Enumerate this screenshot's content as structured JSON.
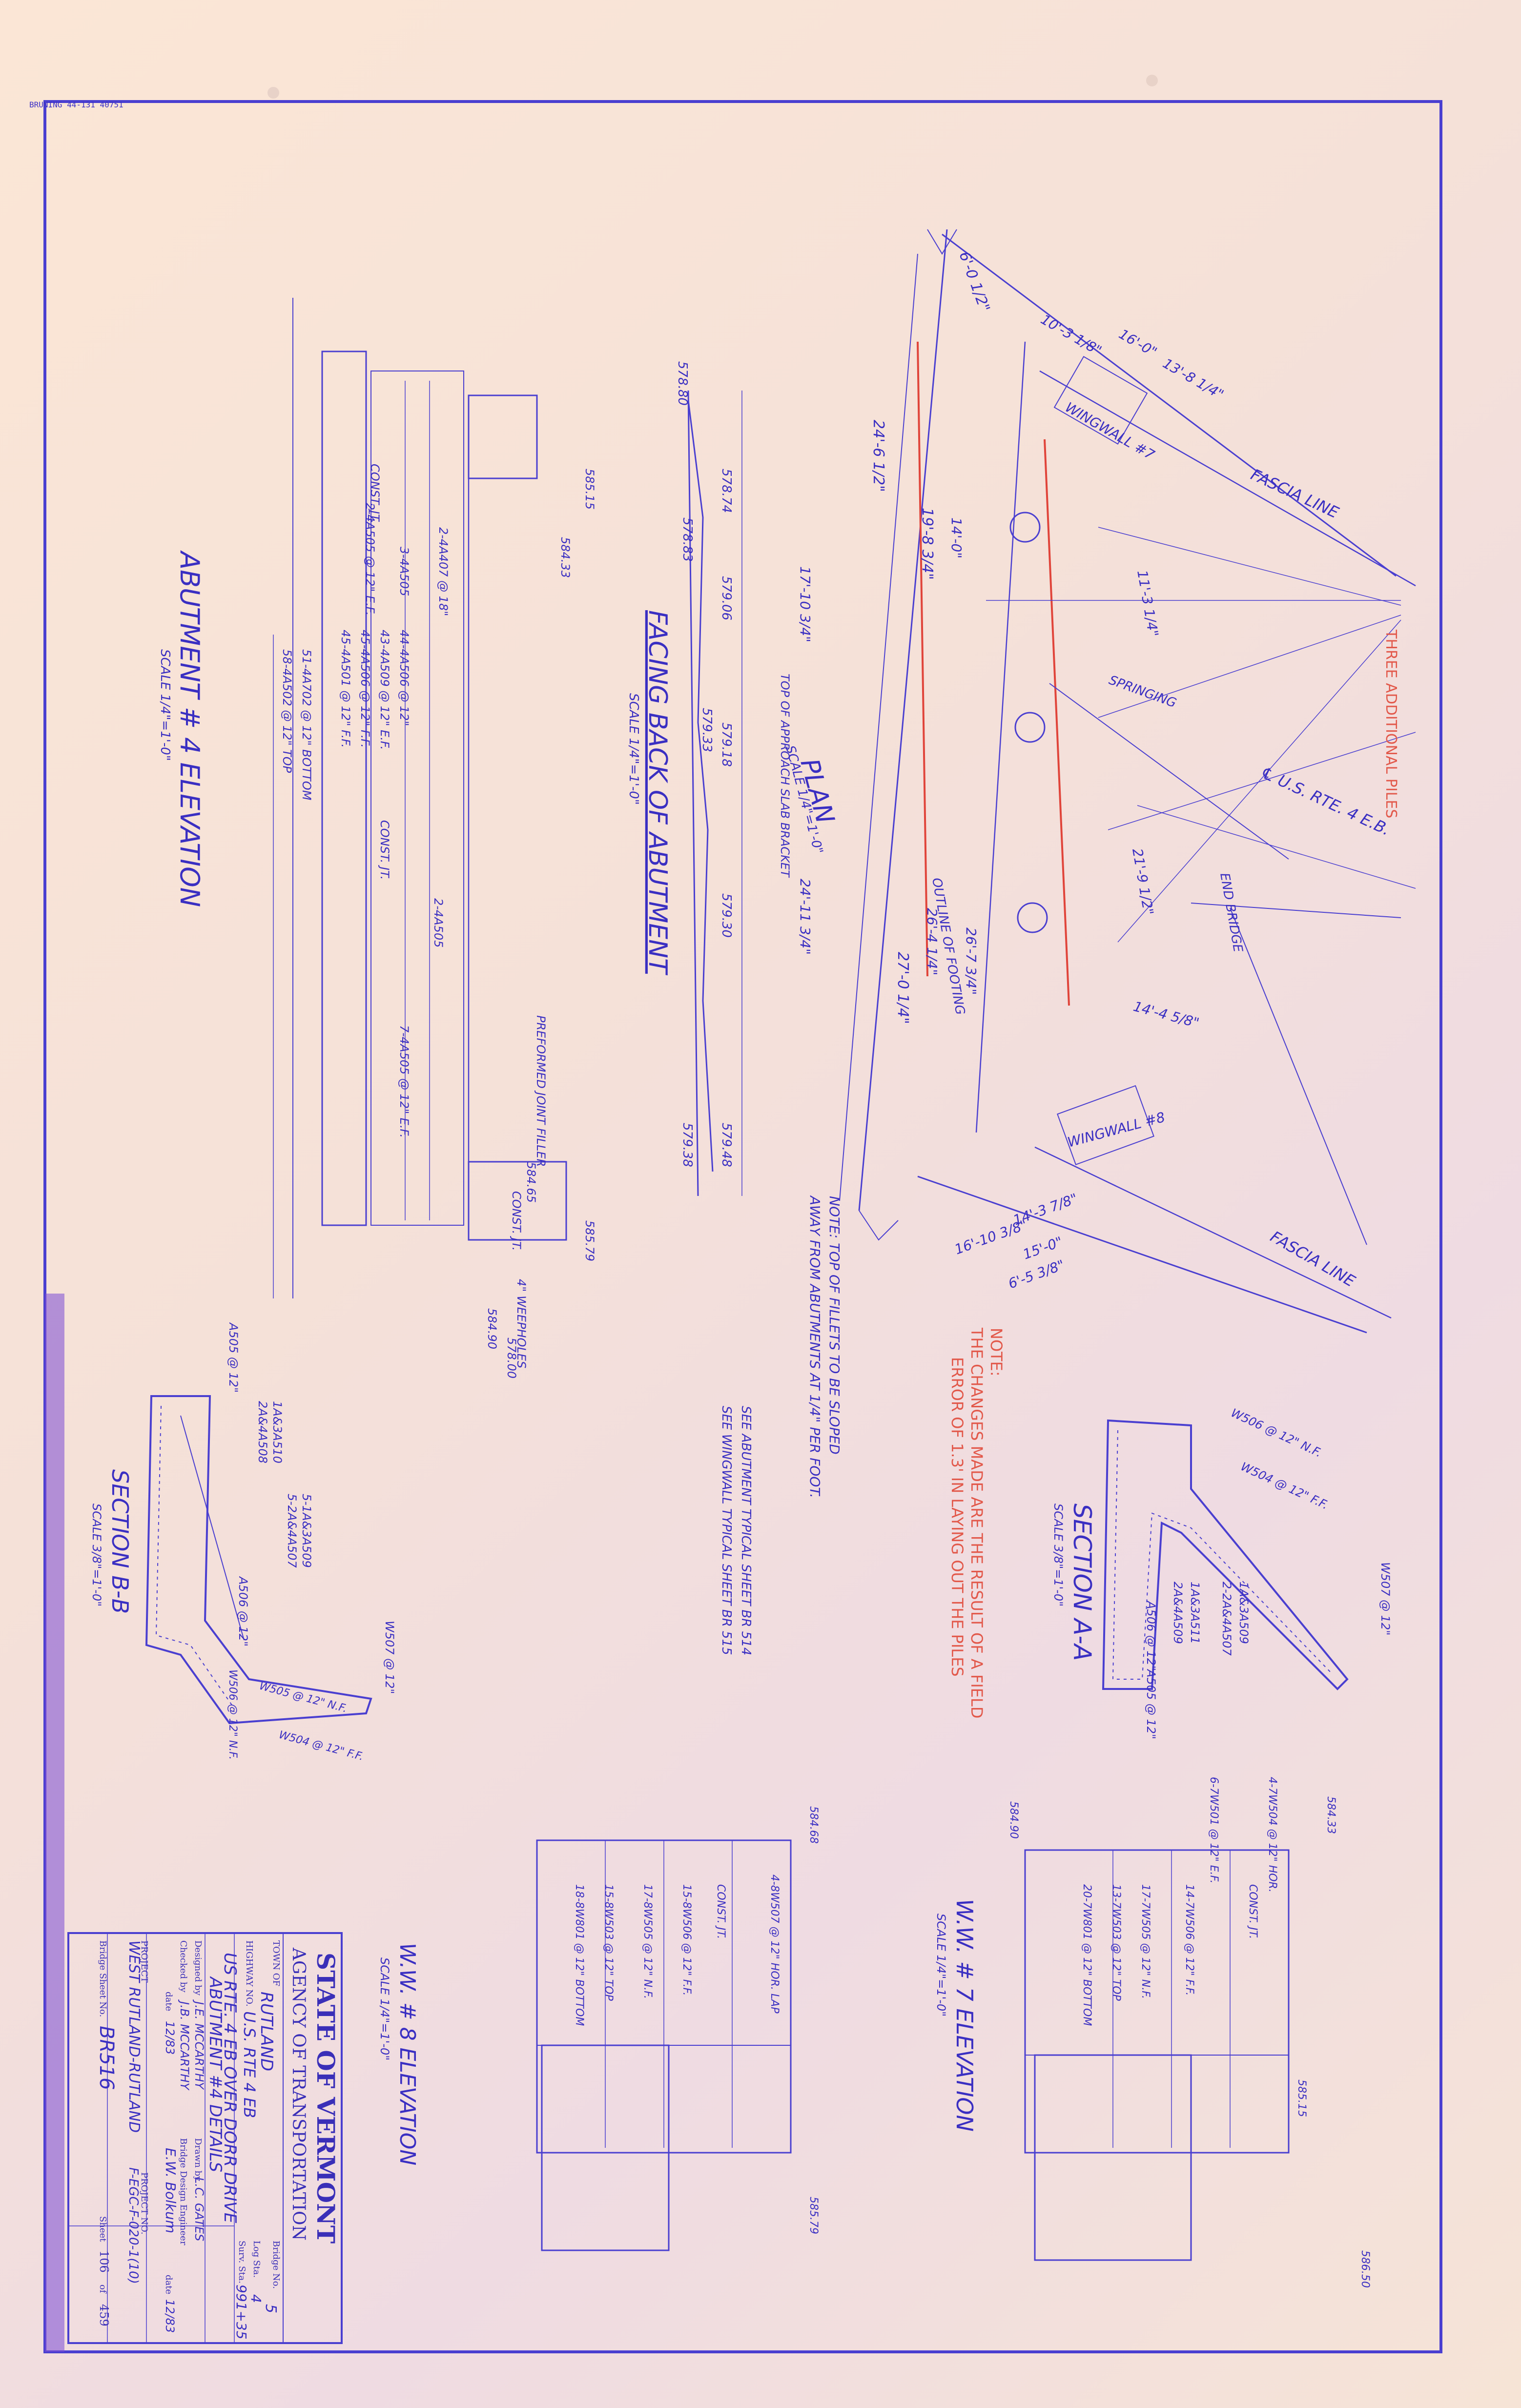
{
  "drawing_id": "BRUNING 44-131 40751",
  "title_block": {
    "state": "STATE OF VERMONT",
    "agency": "AGENCY OF TRANSPORTATION",
    "town_label": "TOWN OF",
    "town": "RUTLAND",
    "bridge_no_label": "Bridge No.",
    "bridge_no": "5",
    "highway_label": "HIGHWAY NO.",
    "highway": "U.S. RTE 4 EB",
    "log_sta_label": "Log Sta.",
    "log_sta": "4",
    "surv_sta_label": "Surv. Sta.",
    "surv_sta": "991+35",
    "description_line1": "US RTE. 4 EB OVER DORR DRIVE",
    "description_line2": "ABUTMENT #4 DETAILS",
    "designed_label": "Designed by",
    "designed_by": "J.E. MCCARTHY",
    "drawn_label": "Drawn by",
    "drawn_by": "L.C. GATES",
    "checked_label": "Checked by",
    "checked_by": "J.B. MCCARTHY",
    "date_label": "date",
    "date": "12/83",
    "engineer_label": "Bridge Design Engineer",
    "engineer": "E.W. Bolkum",
    "project_label": "PROJECT",
    "project": "WEST RUTLAND-RUTLAND",
    "project_no_label": "PROJECT NO.",
    "project_no": "F-EGC-F-020-1(10)",
    "sheet_label": "Bridge Sheet No.",
    "sheet_no": "BR516",
    "sheet_num_label": "Sheet",
    "sheet_num": "106",
    "of_label": "of",
    "sheet_total": "459"
  },
  "views": {
    "plan": "PLAN",
    "plan_scale": "SCALE 1/4\"=1'-0\"",
    "facing_back": "FACING BACK OF ABUTMENT",
    "facing_back_scale": "SCALE 1/4\"=1'-0\"",
    "abutment_elev": "ABUTMENT # 4 ELEVATION",
    "abutment_elev_scale": "SCALE 1/4\"=1'-0\"",
    "section_aa": "SECTION A-A",
    "section_aa_scale": "SCALE 3/8\"=1'-0\"",
    "section_bb": "SECTION B-B",
    "section_bb_scale": "SCALE 3/8\"=1'-0\"",
    "ww7": "W.W. # 7 ELEVATION",
    "ww7_scale": "SCALE 1/4\"=1'-0\"",
    "ww8": "W.W. # 8 ELEVATION",
    "ww8_scale": "SCALE 1/4\"=1'-0\""
  },
  "notes": {
    "red_note_1": "NOTE:",
    "red_note_2": "THE CHANGES MADE ARE THE RESULT OF A FIELD",
    "red_note_3": "ERROR OF 1.3' IN LAYING OUT THE PILES",
    "fillet_note_1": "NOTE: TOP OF FILLETS TO BE SLOPED",
    "fillet_note_2": "AWAY FROM ABUTMENTS AT 1/4\" PER FOOT.",
    "see_abut": "SEE ABUTMENT TYPICAL SHEET BR 514",
    "see_wing": "SEE WINGWALL TYPICAL SHEET BR 515",
    "three_piles": "THREE ADDITIONAL PILES",
    "fascia_line": "FASCIA LINE",
    "wingwall7": "WINGWALL #7",
    "wingwall8": "WINGWALL #8",
    "centerline": "℄ U.S. RTE. 4 E.B.",
    "springing": "SPRINGING",
    "outline_footing": "OUTLINE OF FOOTING",
    "end_bridge": "END BRIDGE",
    "top_approach": "TOP OF APPROACH SLAB BRACKET",
    "preformed": "PREFORMED JOINT FILLER",
    "weepholes": "4\" WEEPHOLES",
    "const_jt": "CONST. JT."
  },
  "dims": {
    "d1": "6'-0 1/2\"",
    "d2": "10'-3 1/8\"",
    "d3": "16'-0\"",
    "d4": "13'-8 1/4\"",
    "d5": "24'-6 1/2\"",
    "d6": "19'-8 3/4\"",
    "d7": "14'-0\"",
    "d8": "11'-3 1/4\"",
    "d9": "21'-9 1/2\"",
    "d10": "26'-7 3/4\"",
    "d11": "26'-4 1/4\"",
    "d12": "27'-0 1/4\"",
    "d13": "14'-4 5/8\"",
    "d14": "16'-10 3/8\"",
    "d15": "15'-0\"",
    "d16": "6'-5 3/8\"",
    "d17": "14'-3 7/8\"",
    "d18": "17'-10 3/4\"",
    "d19": "24'-11 3/4\"",
    "e1": "578.80",
    "e2": "578.74",
    "e3": "578.83",
    "e4": "579.06",
    "e5": "579.33",
    "e6": "579.18",
    "e7": "579.30",
    "e8": "579.48",
    "e9": "579.38",
    "e10": "584.65",
    "e11": "585.79",
    "e12": "584.33",
    "e13": "585.15",
    "e14": "584.90",
    "e15": "578.00",
    "e16": "584.68",
    "e17": "586.50"
  },
  "rebar": {
    "r1": "3-4A505",
    "r2": "44-4A506 @ 12\"",
    "r3": "43-4A509 @ 12\" E.F.",
    "r4": "45-4A506 @ 12\" F.F.",
    "r5": "45-4A501 @ 12\" F.F.",
    "r6": "2-4A505 @ 12\" E.F.",
    "r7": "51-4A702 @ 12\" BOTTOM",
    "r8": "58-4A502 @ 12\" TOP",
    "r9": "7-4A505 @ 12\" E.F.",
    "r10": "2-4A505",
    "r11": "2-4A407 @ 18\"",
    "s1": "1A&3A510",
    "s2": "2A&4A508",
    "s3": "5-1A&3A509",
    "s4": "5-2A&4A507",
    "s5": "A505 @ 12\"",
    "s6": "A506 @ 12\"",
    "s7": "W506 @ 12\" N.F.",
    "s8": "W505 @ 12\" N.F.",
    "s9": "W504 @ 12\" F.F.",
    "s10": "W507 @ 12\"",
    "a1": "1A&3A509",
    "a2": "2-2A&4A507",
    "a3": "1A&3A511",
    "a4": "2A&4A509",
    "w1": "6-7W501 @ 12\" E.F.",
    "w2": "4-7W504 @ 12\" HOR.",
    "w3": "13-7W503 @ 12\" TOP",
    "w4": "20-7W801 @ 12\" BOTTOM",
    "w5": "14-7W506 @ 12\" F.F.",
    "w6": "17-7W505 @ 12\" N.F.",
    "w7": "4-8W507 @ 12\" HOR. LAP",
    "w8": "15-8W503 @ 12\" TOP",
    "w9": "18-8W801 @ 12\" BOTTOM",
    "w10": "17-8W505 @ 12\" N.F.",
    "w11": "15-8W506 @ 12\" F.F."
  }
}
